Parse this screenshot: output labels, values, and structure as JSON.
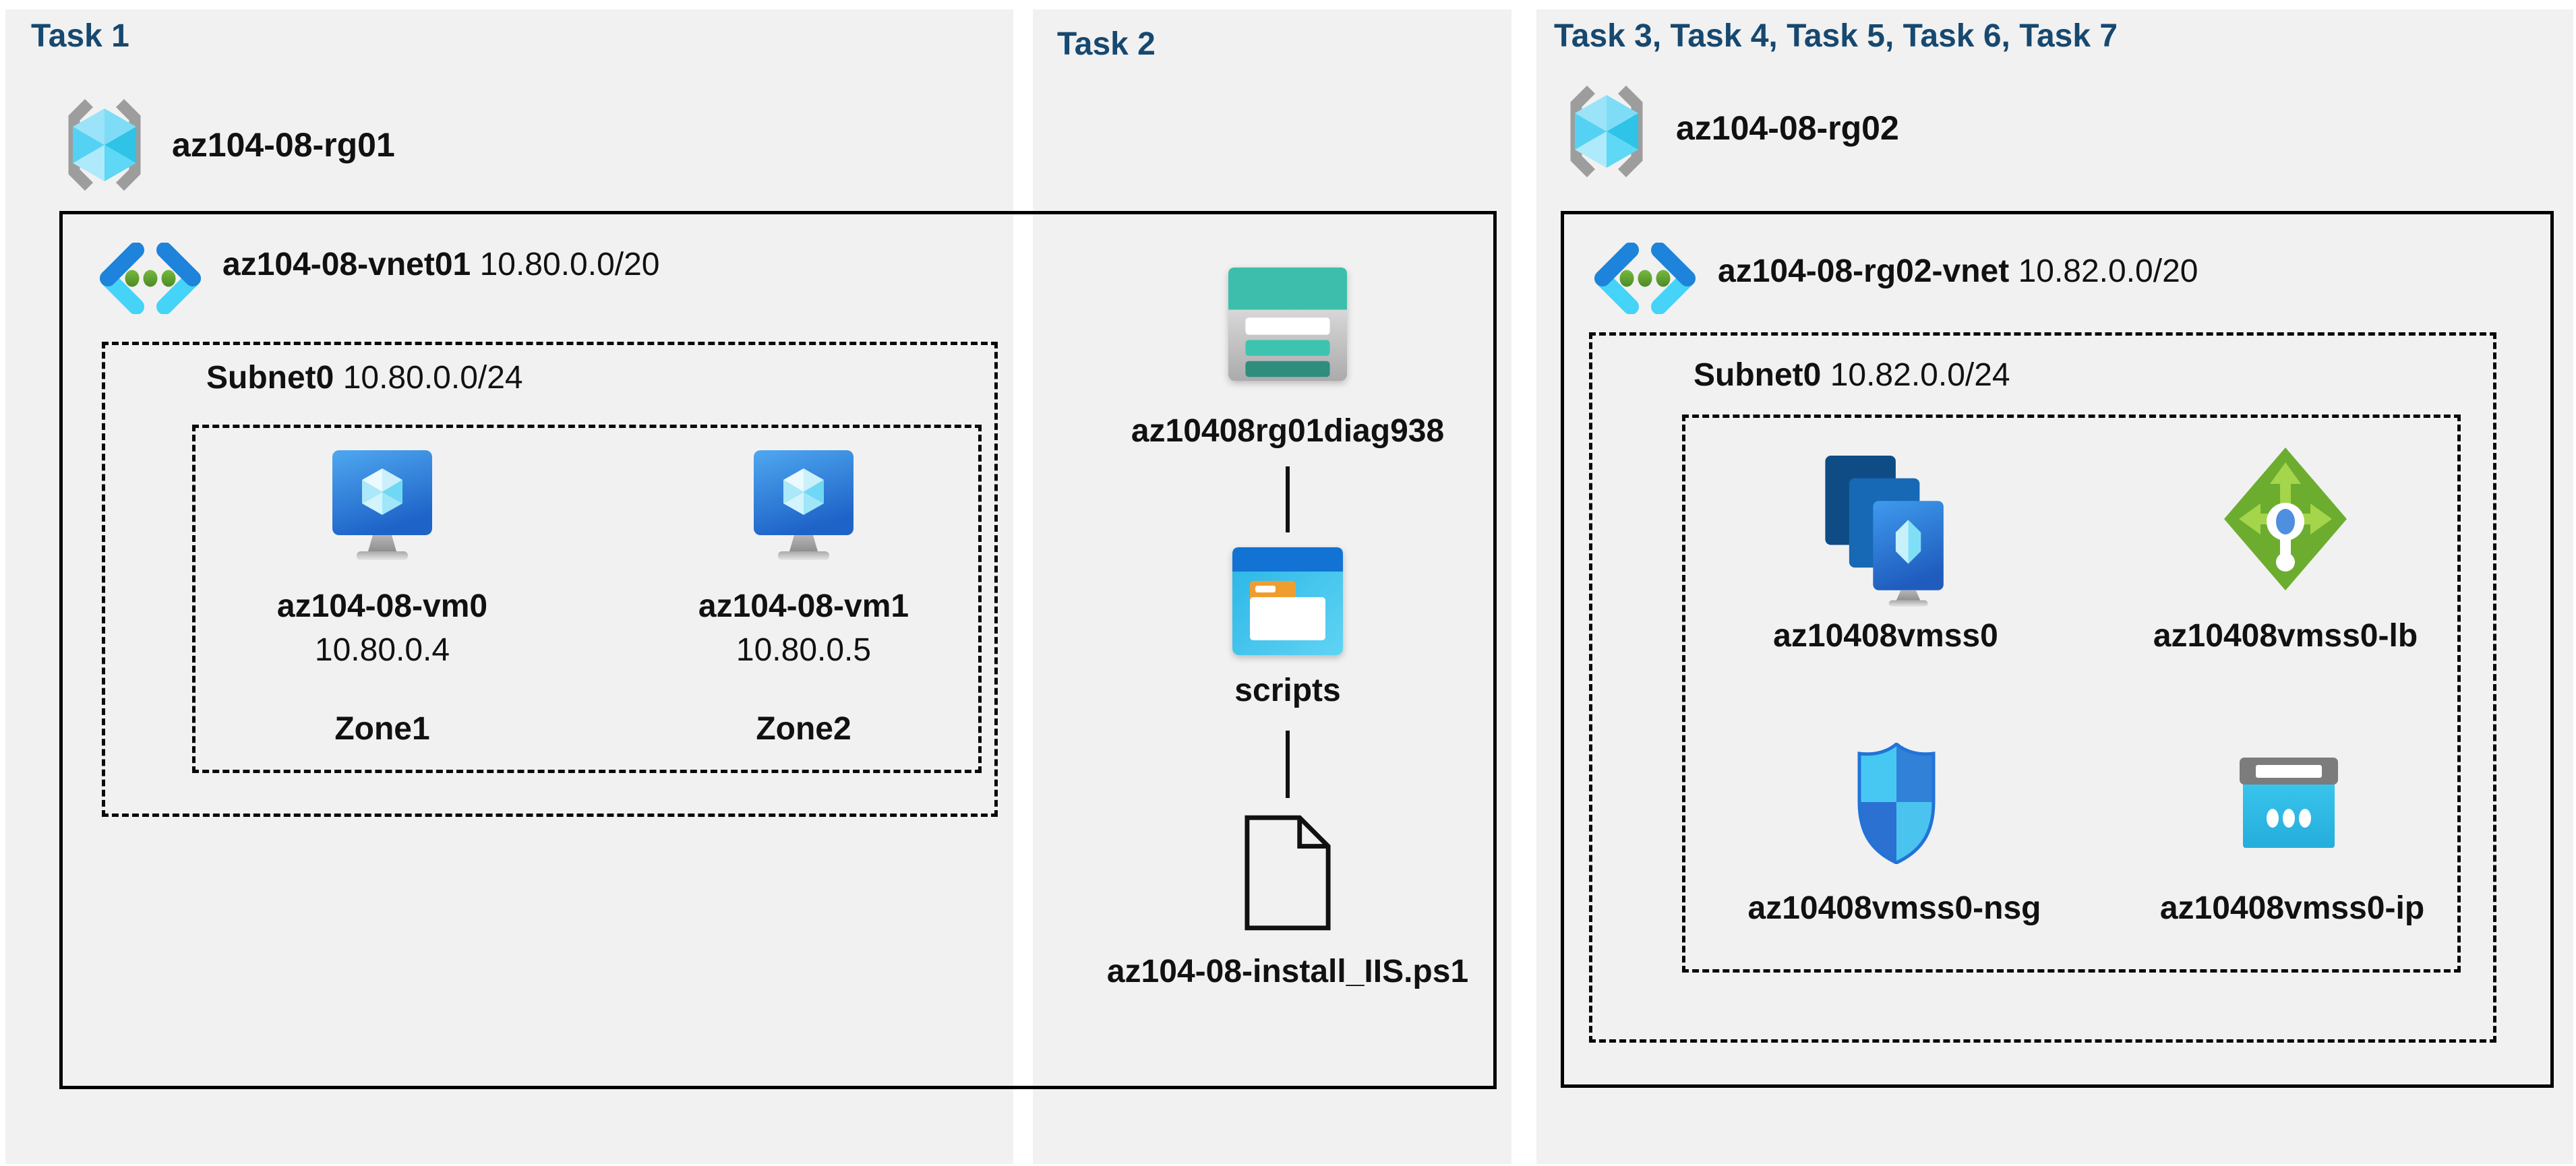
{
  "diagram": {
    "task1": {
      "title": "Task 1",
      "resource_group": "az104-08-rg01",
      "vnet": {
        "name": "az104-08-vnet01",
        "cidr": "10.80.0.0/20"
      },
      "subnet": {
        "name": "Subnet0",
        "cidr": "10.80.0.0/24"
      },
      "vms": [
        {
          "name": "az104-08-vm0",
          "ip": "10.80.0.4",
          "zone": "Zone1"
        },
        {
          "name": "az104-08-vm1",
          "ip": "10.80.0.5",
          "zone": "Zone2"
        }
      ]
    },
    "task2": {
      "title": "Task 2",
      "storage_account": "az10408rg01diag938",
      "container": "scripts",
      "file": "az104-08-install_IIS.ps1"
    },
    "task3": {
      "title": "Task 3, Task 4, Task 5, Task 6, Task 7",
      "resource_group": "az104-08-rg02",
      "vnet": {
        "name": "az104-08-rg02-vnet",
        "cidr": "10.82.0.0/20"
      },
      "subnet": {
        "name": "Subnet0",
        "cidr": "10.82.0.0/24"
      },
      "resources": [
        {
          "name": "az10408vmss0",
          "type": "vm-scale-set"
        },
        {
          "name": "az10408vmss0-lb",
          "type": "load-balancer"
        },
        {
          "name": "az10408vmss0-nsg",
          "type": "network-security-group"
        },
        {
          "name": "az10408vmss0-ip",
          "type": "public-ip"
        }
      ]
    },
    "colors": {
      "panel_bg": "#f1f1f1",
      "title": "#17486f",
      "text": "#111111",
      "border": "#000000",
      "vnet_blue": "#1e83da",
      "vnet_cyan": "#45d3f7",
      "green": "#6cad2f",
      "teal": "#3dbeac"
    }
  }
}
